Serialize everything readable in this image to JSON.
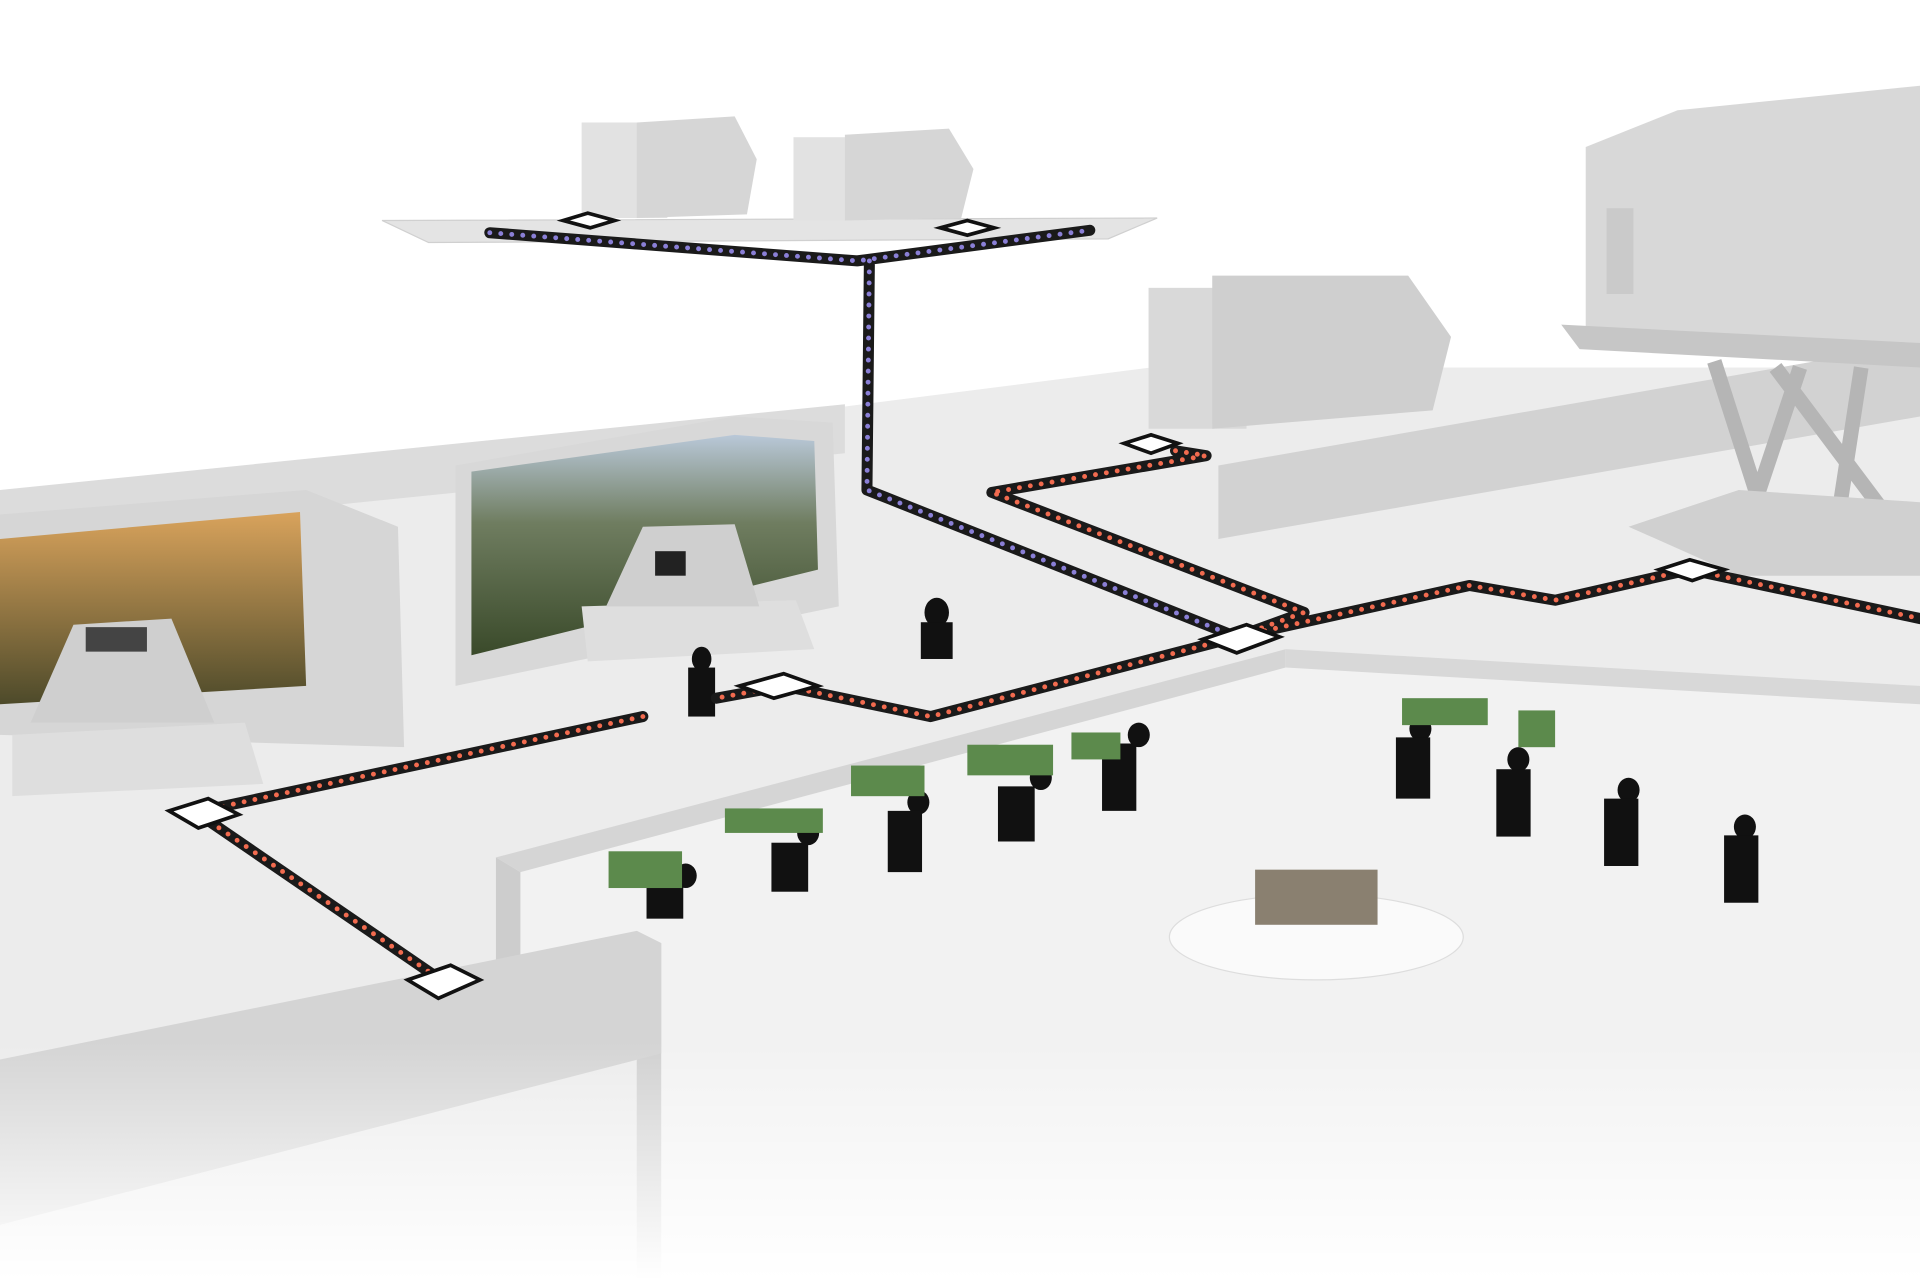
{
  "colors": {
    "background": "#ffffff",
    "floor": "#e9e9e9",
    "wall": "#d4d4d4",
    "link_outline": "#1a1a1a",
    "link_red": "#f26b4f",
    "link_blue": "#8a7fd6",
    "node_fill": "#ffffff",
    "silhouette": "#111111"
  },
  "network": {
    "blue_link_count": 2,
    "red_link_count": 5,
    "node_count": 8
  }
}
